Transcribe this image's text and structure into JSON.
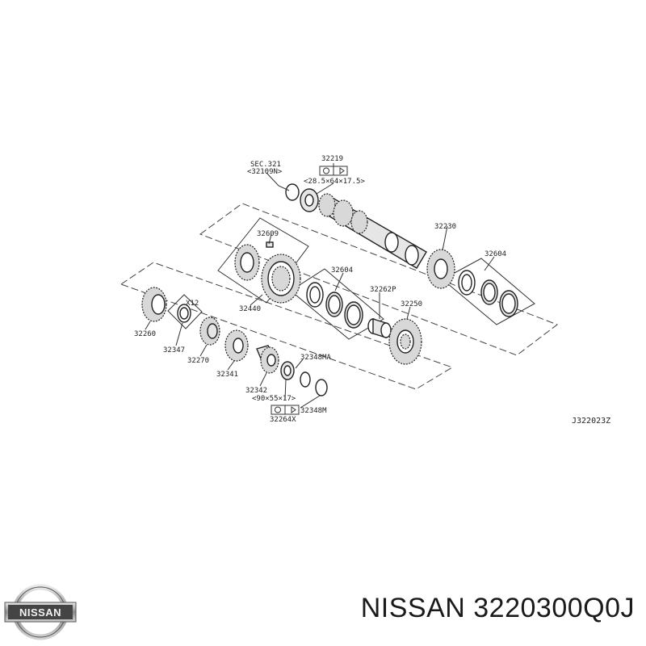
{
  "diagram": {
    "labels": {
      "sec_ref": "SEC.321",
      "sec_ref_sub": "<32109N>",
      "p32219": "32219",
      "p32219_dim": "<28.5×64×17.5>",
      "p32609": "32609",
      "p32230": "32230",
      "p32604_right": "32604",
      "p32604_mid": "32604",
      "p32262p": "32262P",
      "p32250": "32250",
      "p32440": "32440",
      "x12": "X12",
      "p32260": "32260",
      "p32347": "32347",
      "p32270": "32270",
      "p32341": "32341",
      "p32348ma": "32348MA",
      "p32342": "32342",
      "p32264_dim": "<90×55×17>",
      "p32348m": "32348M",
      "p32264x": "32264X"
    },
    "drawing_code": "J322023Z"
  },
  "footer": {
    "brand_logo": "NISSAN",
    "part_number": "NISSAN 3220300Q0J"
  }
}
